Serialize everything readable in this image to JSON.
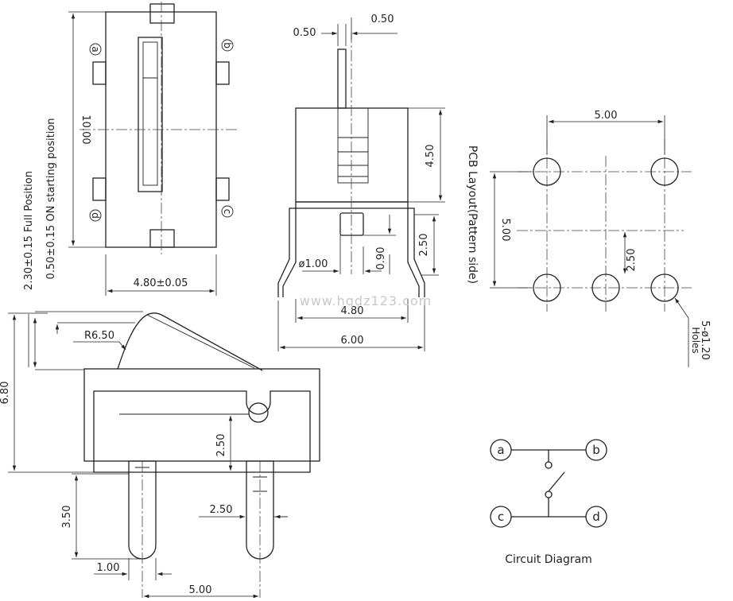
{
  "top_view": {
    "width_dim": "4.80±0.05",
    "height_dim": "10.00",
    "pins": {
      "a": "a",
      "b": "b",
      "c": "c",
      "d": "d"
    }
  },
  "front_view": {
    "dim_gap_left": "0.50",
    "dim_gap_right": "0.50",
    "dim_body_height": "4.50",
    "dim_pin_offset": "2.50",
    "dim_hole_dia": "ø1.00",
    "dim_small": "0.90",
    "dim_inner_width": "4.80",
    "dim_outer_width": "6.00"
  },
  "pcb_layout": {
    "title": "PCB Layout(Pattern side)",
    "dim_width": "5.00",
    "dim_height": "5.00",
    "dim_offset": "2.50",
    "holes_line1": "5-ø1.20",
    "holes_line2": "Holes"
  },
  "side_view": {
    "full_position": "2.30±0.15 Full Position",
    "on_position": "0.50±0.15 ON starting position",
    "radius": "R6.50",
    "total_height": "6.80",
    "dim_2_50_vertical": "2.50",
    "dim_3_50": "3.50",
    "dim_2_50_horizontal": "2.50",
    "dim_1_00": "1.00",
    "dim_5_00": "5.00"
  },
  "circuit": {
    "title": "Circuit Diagram",
    "pins": {
      "a": "a",
      "b": "b",
      "c": "c",
      "d": "d"
    }
  },
  "watermark": "www.hqdz123.com"
}
